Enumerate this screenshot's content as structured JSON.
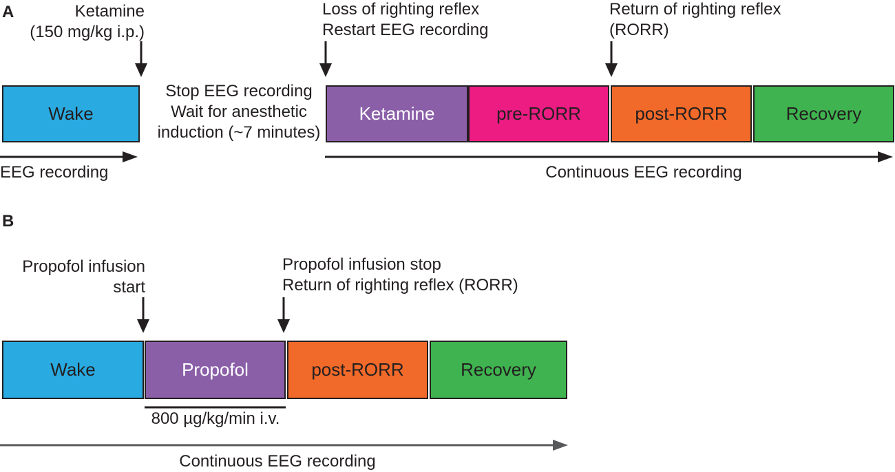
{
  "panel_a": {
    "label": "A",
    "annotations": {
      "ketamine_line1": "Ketamine",
      "ketamine_line2": "(150 mg/kg i.p.)",
      "lorr_line1": "Loss of righting reflex",
      "lorr_line2": "Restart EEG recording",
      "rorr_line1": "Return of righting reflex",
      "rorr_line2": "(RORR)",
      "stop_line1": "Stop EEG recording",
      "stop_line2": "Wait for anesthetic",
      "stop_line3": "induction (~7 minutes)"
    },
    "phases": [
      {
        "label": "Wake",
        "color": "#29abe2"
      },
      {
        "label": "Ketamine",
        "color": "#8a5fa8"
      },
      {
        "label": "pre-RORR",
        "color": "#ec1c83"
      },
      {
        "label": "post-RORR",
        "color": "#f26a29"
      },
      {
        "label": "Recovery",
        "color": "#3fb34f"
      }
    ],
    "timelines": {
      "eeg": "EEG recording",
      "continuous": "Continuous EEG recording"
    }
  },
  "panel_b": {
    "label": "B",
    "annotations": {
      "start_line1": "Propofol infusion",
      "start_line2": "start",
      "stop_line1": "Propofol infusion stop",
      "stop_line2": "Return of righting reflex (RORR)",
      "dose": "800 µg/kg/min i.v."
    },
    "phases": [
      {
        "label": "Wake",
        "color": "#29abe2"
      },
      {
        "label": "Propofol",
        "color": "#8a5fa8"
      },
      {
        "label": "post-RORR",
        "color": "#f26a29"
      },
      {
        "label": "Recovery",
        "color": "#3fb34f"
      }
    ],
    "timelines": {
      "continuous": "Continuous EEG recording"
    }
  }
}
